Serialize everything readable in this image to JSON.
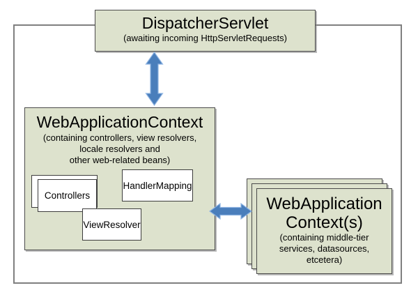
{
  "dispatcher": {
    "title": "DispatcherServlet",
    "subtitle": "(awaiting incoming HttpServletRequests)"
  },
  "web_context": {
    "title": "WebApplicationContext",
    "subtitle_lines": [
      "(containing controllers, view resolvers,",
      "locale resolvers and",
      "other web-related beans)"
    ],
    "beans": {
      "controllers_label": "Controllers",
      "handler_mapping_label": "HandlerMapping",
      "view_resolver_label": "ViewResolver"
    }
  },
  "root_contexts": {
    "title_lines": [
      "WebApplication",
      "Context(s)"
    ],
    "subtitle_lines": [
      "(containing middle-tier",
      "services, datasources,",
      "etcetera)"
    ]
  },
  "icons": {
    "vertical_arrow": "double-headed-arrow-vertical",
    "horizontal_arrow": "double-headed-arrow-horizontal"
  },
  "colors": {
    "box_fill": "#dde2cd",
    "box_border": "#4a4a4a",
    "inner_box_fill": "#ffffff",
    "outer_border": "#7f7f7f",
    "arrow_fill": "#4a7ebb",
    "arrow_edge": "#8db3e2"
  }
}
